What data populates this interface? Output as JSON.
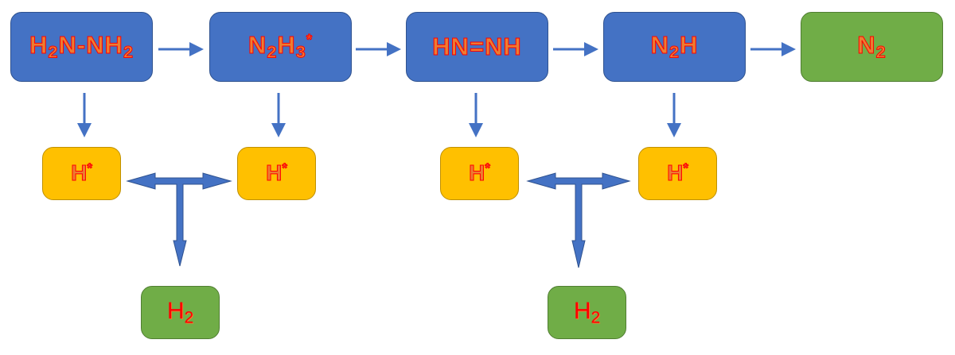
{
  "steps": [
    {
      "parts": [
        "H",
        "2",
        "N-NH",
        "2"
      ]
    },
    {
      "parts": [
        "N",
        "2",
        "H",
        "3",
        "*"
      ]
    },
    {
      "label": "HN=NH"
    },
    {
      "parts": [
        "N",
        "2",
        "H"
      ]
    },
    {
      "parts": [
        "N",
        "2"
      ]
    }
  ],
  "hydrogen_atom": {
    "base": "H",
    "mark": "*"
  },
  "hydrogen_molecule": {
    "base": "H",
    "sub": "2"
  },
  "colors": {
    "intermediate": "#4472c4",
    "product": "#70ad47",
    "h_atom": "#ffc000",
    "arrow": "#4472c4"
  }
}
